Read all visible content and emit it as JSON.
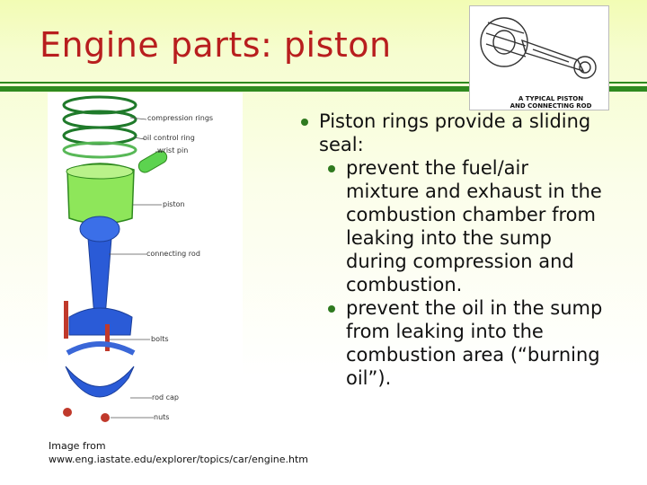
{
  "slide": {
    "title": "Engine parts: piston",
    "thumbnail": {
      "caption_line1": "A TYPICAL PISTON",
      "caption_line2": "AND CONNECTING ROD"
    },
    "diagram": {
      "labels": {
        "compression_rings": "compression rings",
        "oil_control_ring": "oil control ring",
        "wrist_pin": "wrist pin",
        "piston": "piston",
        "connecting_rod": "connecting rod",
        "bolts": "bolts",
        "rod_cap": "rod cap",
        "nuts": "nuts"
      }
    },
    "credit": {
      "line1": "Image from",
      "line2": "www.eng.iastate.edu/explorer/topics/car/engine.htm"
    },
    "bullets": [
      {
        "text": "Piston rings provide a sliding seal:",
        "sub": [
          {
            "text": "prevent the fuel/air mixture and exhaust in the combustion chamber from leaking into the sump during compression and combustion."
          },
          {
            "text": "prevent the oil in the sump from leaking into the combustion area (“burning oil”)."
          }
        ]
      }
    ],
    "colors": {
      "title": "#b81e1e",
      "accent_green": "#2f8a1f",
      "piston_green": "#7ed957",
      "rod_blue": "#2a5bd7"
    }
  }
}
